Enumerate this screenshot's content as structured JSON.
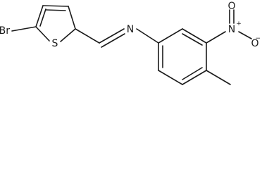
{
  "molecule": {
    "atoms": {
      "br": "Br",
      "s": "S",
      "n_imine": "N",
      "n_nitro": "N",
      "n_charge": "+",
      "o_top": "O",
      "o_right": "O",
      "o_charge": "−"
    }
  }
}
